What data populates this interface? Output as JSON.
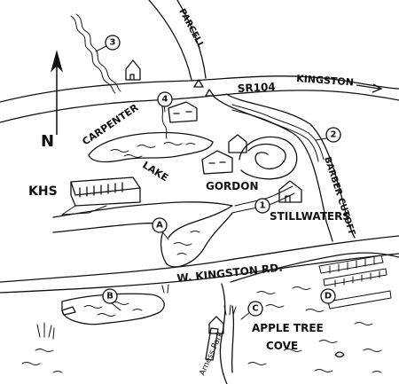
{
  "colors": {
    "ink": "#111111",
    "paper": "#ffffff"
  },
  "roads": {
    "parcell": "PARCELL",
    "sr104": "SR104",
    "kingston": "KINGSTON",
    "barber_cutoff": "BARBER CUTOFF",
    "w_kingston_rd": "W. KINGSTON RD."
  },
  "places": {
    "carpenter": "CARPENTER",
    "lake": "LAKE",
    "gordon": "GORDON",
    "khs": "KHS",
    "stillwaters": "STILLWATERS",
    "apple_tree": "APPLE TREE",
    "cove": "COVE",
    "arness_park": "Arness Park"
  },
  "compass": {
    "label": "N"
  },
  "markers": {
    "m1": "1",
    "m2": "2",
    "m3": "3",
    "m4": "4",
    "mA": "A",
    "mB": "B",
    "mC": "C",
    "mD": "D"
  },
  "icons": {
    "north_arrow": "north-arrow-icon",
    "arrow_east": "arrow-right-icon"
  }
}
